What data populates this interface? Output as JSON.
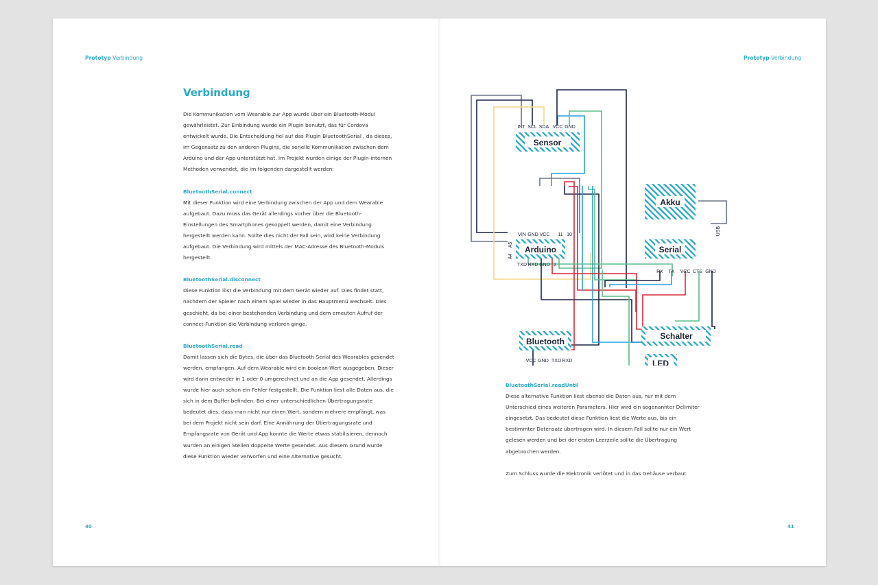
{
  "left_page": {
    "running_head": {
      "strong": "Prototyp",
      "rest": " Verbindung"
    },
    "page_number": "40",
    "title": "Verbindung",
    "intro": "Die Kommunikation vom Wearable zur App wurde über ein Bluetooth-Modul gewährleistet. Zur Einbindung wurde ein Plugin benutzt, das für Cordova entwickelt wurde. Die Entscheidung fiel auf das Plugin BluetoothSerial , da dieses, im Gegensatz zu den anderen Plugins, die serielle Kommunikation zwischen dem Arduino und der App unterstützt hat. Im Projekt wurden einige der Plugin-internen Methoden verwendet, die im folgenden dargestellt werden:",
    "sections": [
      {
        "heading": "BluetoothSerial.connect",
        "text": "Mit dieser Funktion wird eine Verbindung zwischen der App und dem Wearable aufgebaut. Dazu muss das Gerät allerdings vorher über die Bluetooth-Einstellungen des Smartphones gekoppelt werden, damit eine Verbindung hergestellt werden kann. Sollte dies nicht der Fall sein, wird keine Verbindung aufgebaut. Die Verbindung wird mittels der MAC-Adresse des Bluetooth-Moduls hergestellt."
      },
      {
        "heading": "BluetoothSerial.disconnect",
        "text": "Diese Funktion löst die Verbindung mit dem Gerät wieder auf. Dies findet statt, nachdem der Spieler nach einem Spiel wieder in das Hauptmenü wechselt. Dies geschieht, da bei einer bestehenden Verbindung und dem erneuten Aufruf der connect-Funktion die Verbindung verloren ginge."
      },
      {
        "heading": "BluetoothSerial.read",
        "text": "Damit lassen sich die Bytes, die über das Bluetooth-Serial des Wearables gesendet werden, empfangen. Auf dem Wearable wird ein boolean-Wert ausgegeben. Dieser wird dann entweder in 1 oder 0 umgerechnet und an die App gesendet. Allerdings wurde hier auch schon ein Fehler festgestellt. Die Funktion liest alle Daten aus, die sich in dem Buffer befinden. Bei einer unterschiedlichen Übertragungsrate bedeutet dies, dass man nicht nur einen Wert, sondern mehrere empfängt, was bei dem Projekt nicht sein darf. Eine Annährung der Übertragungsrate und Empfangsrate von Gerät und App konnte die Werte etwas stabilisieren, dennoch wurden an einigen Stellen doppelte Werte gesendet. Aus diesem Grund wurde diese Funktion wieder verworfen und eine Alternative gesucht."
      }
    ]
  },
  "right_page": {
    "running_head": {
      "strong": "Prototyp",
      "rest": " Verbindung"
    },
    "page_number": "41",
    "section": {
      "heading": "BluetoothSerial.readUntil",
      "text": "Diese alternative Funktion liest ebenso die Daten aus, nur mit dem Unterschied eines weiteren Parameters. Hier wird ein sogenannter Delimiter eingesetzt. Das bedeutet diese Funktion liest die Werte aus, bis ein bestimmter Datensatz übertragen wird. In diesem Fall sollte nur ein Wert gelesen werden und bei der ersten Leerzeile sollte die Übertragung abgebrochen werden."
    },
    "closing": "Zum Schluss wurde die Elektronik verlötet und in das Gehäuse verbaut."
  },
  "diagram": {
    "modules": {
      "sensor": "Sensor",
      "akku": "Akku",
      "serial": "Serial",
      "arduino": "Arduino",
      "schalter": "Schalter",
      "bluetooth": "Bluetooth",
      "led": "LED"
    },
    "sensor_pins": [
      "INT",
      "SCL",
      "SDA",
      "VCC",
      "GND"
    ],
    "arduino_top_pins": [
      "VIN",
      "GND",
      "VCC",
      "11",
      "10"
    ],
    "arduino_left_pins": [
      "A5",
      "A4"
    ],
    "arduino_bottom_pins": [
      "TXD",
      "RXD",
      "GND",
      "2"
    ],
    "serial_pins": [
      "RX",
      "TX",
      "VCC",
      "CTS",
      "GND"
    ],
    "serial_side_pin": "USB",
    "bluetooth_pins": [
      "VCC",
      "GND",
      "TXD",
      "RXD"
    ],
    "colors": {
      "navy": "#1c2546",
      "slate": "#6b7585",
      "yellow": "#f2d98a",
      "blue": "#2a9fdf",
      "green": "#5bbd8e",
      "red": "#d8283a",
      "hatch": "#2aa9c7"
    }
  }
}
